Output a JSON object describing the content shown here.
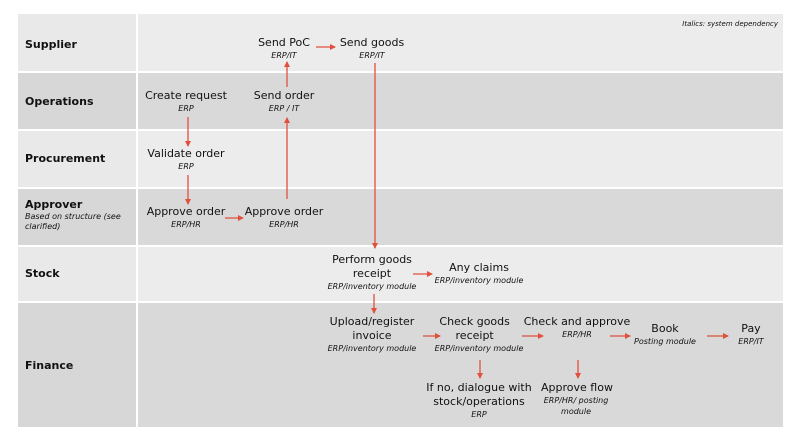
{
  "note": "Italics: system dependency",
  "lanes": [
    {
      "title": "Supplier",
      "subtitle": ""
    },
    {
      "title": "Operations",
      "subtitle": ""
    },
    {
      "title": "Procurement",
      "subtitle": ""
    },
    {
      "title": "Approver",
      "subtitle": "Based on structure (see clarified)"
    },
    {
      "title": "Stock",
      "subtitle": ""
    },
    {
      "title": "Finance",
      "subtitle": ""
    }
  ],
  "nodes": {
    "send_poc": {
      "title": "Send PoC",
      "system": "ERP/IT"
    },
    "send_goods": {
      "title": "Send goods",
      "system": "ERP/IT"
    },
    "create_request": {
      "title": "Create request",
      "system": "ERP"
    },
    "send_order": {
      "title": "Send order",
      "system": "ERP / IT"
    },
    "validate_order": {
      "title": "Validate order",
      "system": "ERP"
    },
    "approve_order_1": {
      "title": "Approve order",
      "system": "ERP/HR"
    },
    "approve_order_2": {
      "title": "Approve order",
      "system": "ERP/HR"
    },
    "perform_goods_receipt": {
      "title": "Perform goods receipt",
      "system": "ERP/inventory module"
    },
    "any_claims": {
      "title": "Any claims",
      "system": "ERP/inventory module"
    },
    "upload_invoice": {
      "title": "Upload/register invoice",
      "system": "ERP/inventory module"
    },
    "check_goods_receipt": {
      "title": "Check goods receipt",
      "system": "ERP/inventory module"
    },
    "check_and_approve": {
      "title": "Check and approve",
      "system": "ERP/HR"
    },
    "book": {
      "title": "Book",
      "system": "Posting module"
    },
    "pay": {
      "title": "Pay",
      "system": "ERP/IT"
    },
    "if_no_dialogue": {
      "title": "If no, dialogue with stock/operations",
      "system": "ERP"
    },
    "approve_flow": {
      "title": "Approve flow",
      "system": "ERP/HR/ posting module"
    }
  },
  "colors": {
    "lane_dark": "#d9d9d9",
    "lane_light": "#ececec",
    "arrow": "#e0503c"
  }
}
